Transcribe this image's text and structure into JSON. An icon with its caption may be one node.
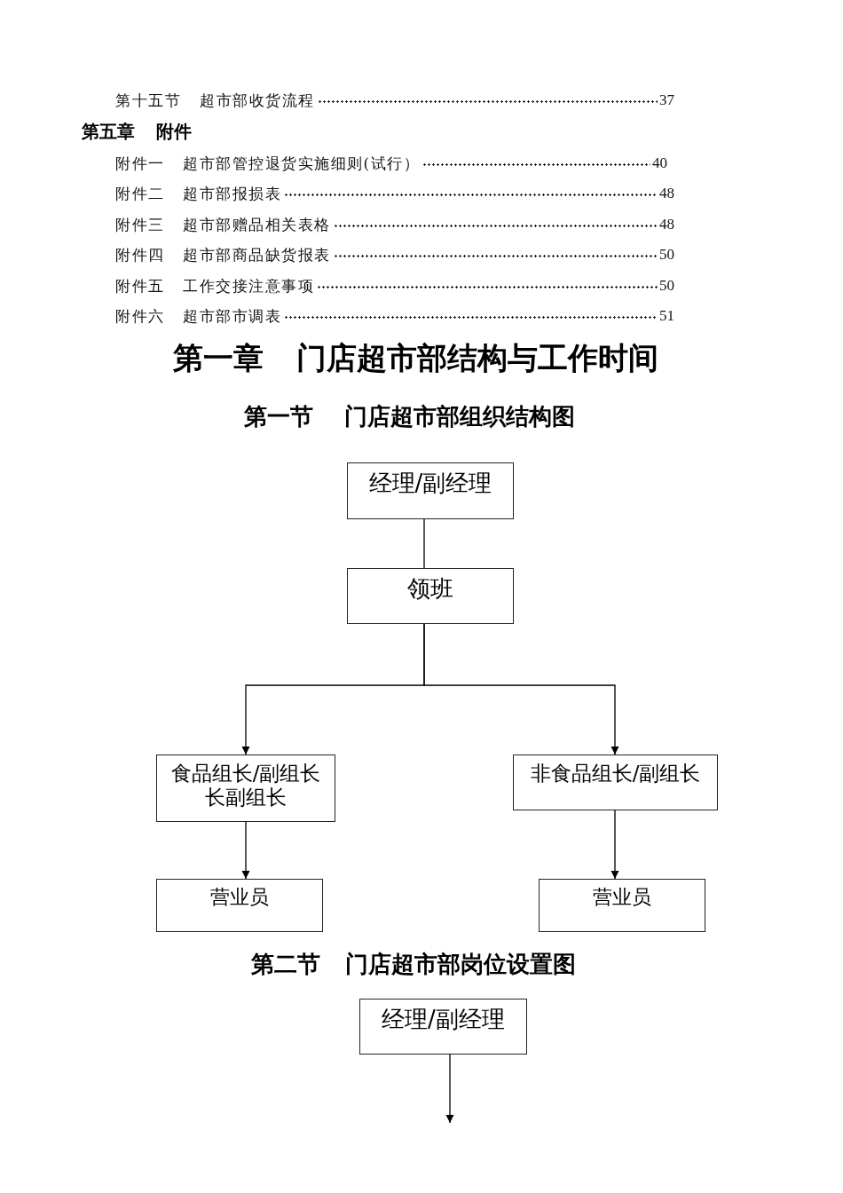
{
  "diagram": {
    "nodes": [
      {
        "text": [
          "经理/副经理"
        ]
      },
      {
        "text": [
          "领班"
        ]
      },
      {
        "text": [
          "食品组长/副组长",
          "长副组长"
        ]
      },
      {
        "text": [
          "非食品组长/副组长"
        ]
      },
      {
        "text": [
          "营业员"
        ]
      },
      {
        "text": [
          "营业员"
        ]
      },
      {
        "text": [
          "经理/副经理"
        ]
      }
    ],
    "edges": [
      {
        "from": 0,
        "to": 1,
        "arrow": "none"
      },
      {
        "from": 1,
        "to": 2,
        "arrow": "to"
      },
      {
        "from": 1,
        "to": 3,
        "arrow": "to"
      },
      {
        "from": 2,
        "to": 4,
        "arrow": "to"
      },
      {
        "from": 3,
        "to": 5,
        "arrow": "to"
      },
      {
        "from": 6,
        "to": null,
        "arrow": "to"
      }
    ],
    "labels": [
      "第十五节",
      "超市部收货流程",
      "37",
      "第五章",
      "附件",
      "附件一",
      "超市部管控退货实施细则(试行）",
      "40",
      "附件二",
      "超市部报损表",
      "48",
      "附件三",
      "超市部赠品相关表格",
      "48",
      "附件四",
      "超市部商品缺货报表",
      "50",
      "附件五",
      "工作交接注意事项",
      "50",
      "附件六",
      "超市部市调表",
      "51",
      "第一章",
      "门店超市部结构与工作时间",
      "第一节",
      "门店超市部组织结构图",
      "第二节",
      "门店超市部岗位设置图"
    ]
  }
}
